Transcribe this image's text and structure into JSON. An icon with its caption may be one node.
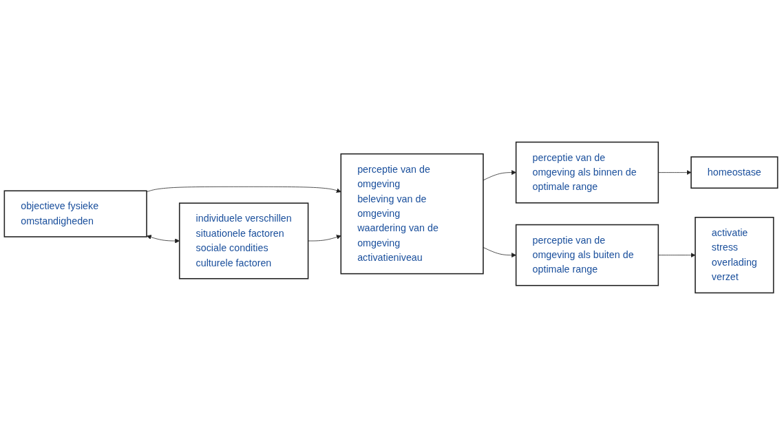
{
  "diagram": {
    "nodes": [
      {
        "text": [
          "objectieve fysieke omstandigheden"
        ]
      },
      {
        "text": [
          "perceptie van de omgeving als binnen de optimale range"
        ]
      },
      {
        "text": [
          "homeostase"
        ]
      },
      {
        "text": [
          "perceptie van de omgeving",
          "beleving van de omgeving",
          "waardering van de omgeving",
          "activatieniveau"
        ]
      },
      {
        "text": [
          "individuele verschillen",
          "situationele factoren",
          "sociale condities",
          "culturele factoren"
        ]
      },
      {
        "text": [
          "perceptie van de omgeving als buiten de optimale range"
        ]
      },
      {
        "text": [
          "activatie",
          "stress",
          "overlading",
          "verzet"
        ]
      }
    ],
    "edges": [
      {
        "from": 0,
        "to": 3,
        "arrow": "to"
      },
      {
        "from": 0,
        "to": 4,
        "arrow": "both"
      },
      {
        "from": 4,
        "to": 3,
        "arrow": "to"
      },
      {
        "from": 3,
        "to": 1,
        "arrow": "to"
      },
      {
        "from": 3,
        "to": 5,
        "arrow": "to"
      },
      {
        "from": 1,
        "to": 2,
        "arrow": "to"
      },
      {
        "from": 5,
        "to": 6,
        "arrow": "to"
      }
    ]
  }
}
